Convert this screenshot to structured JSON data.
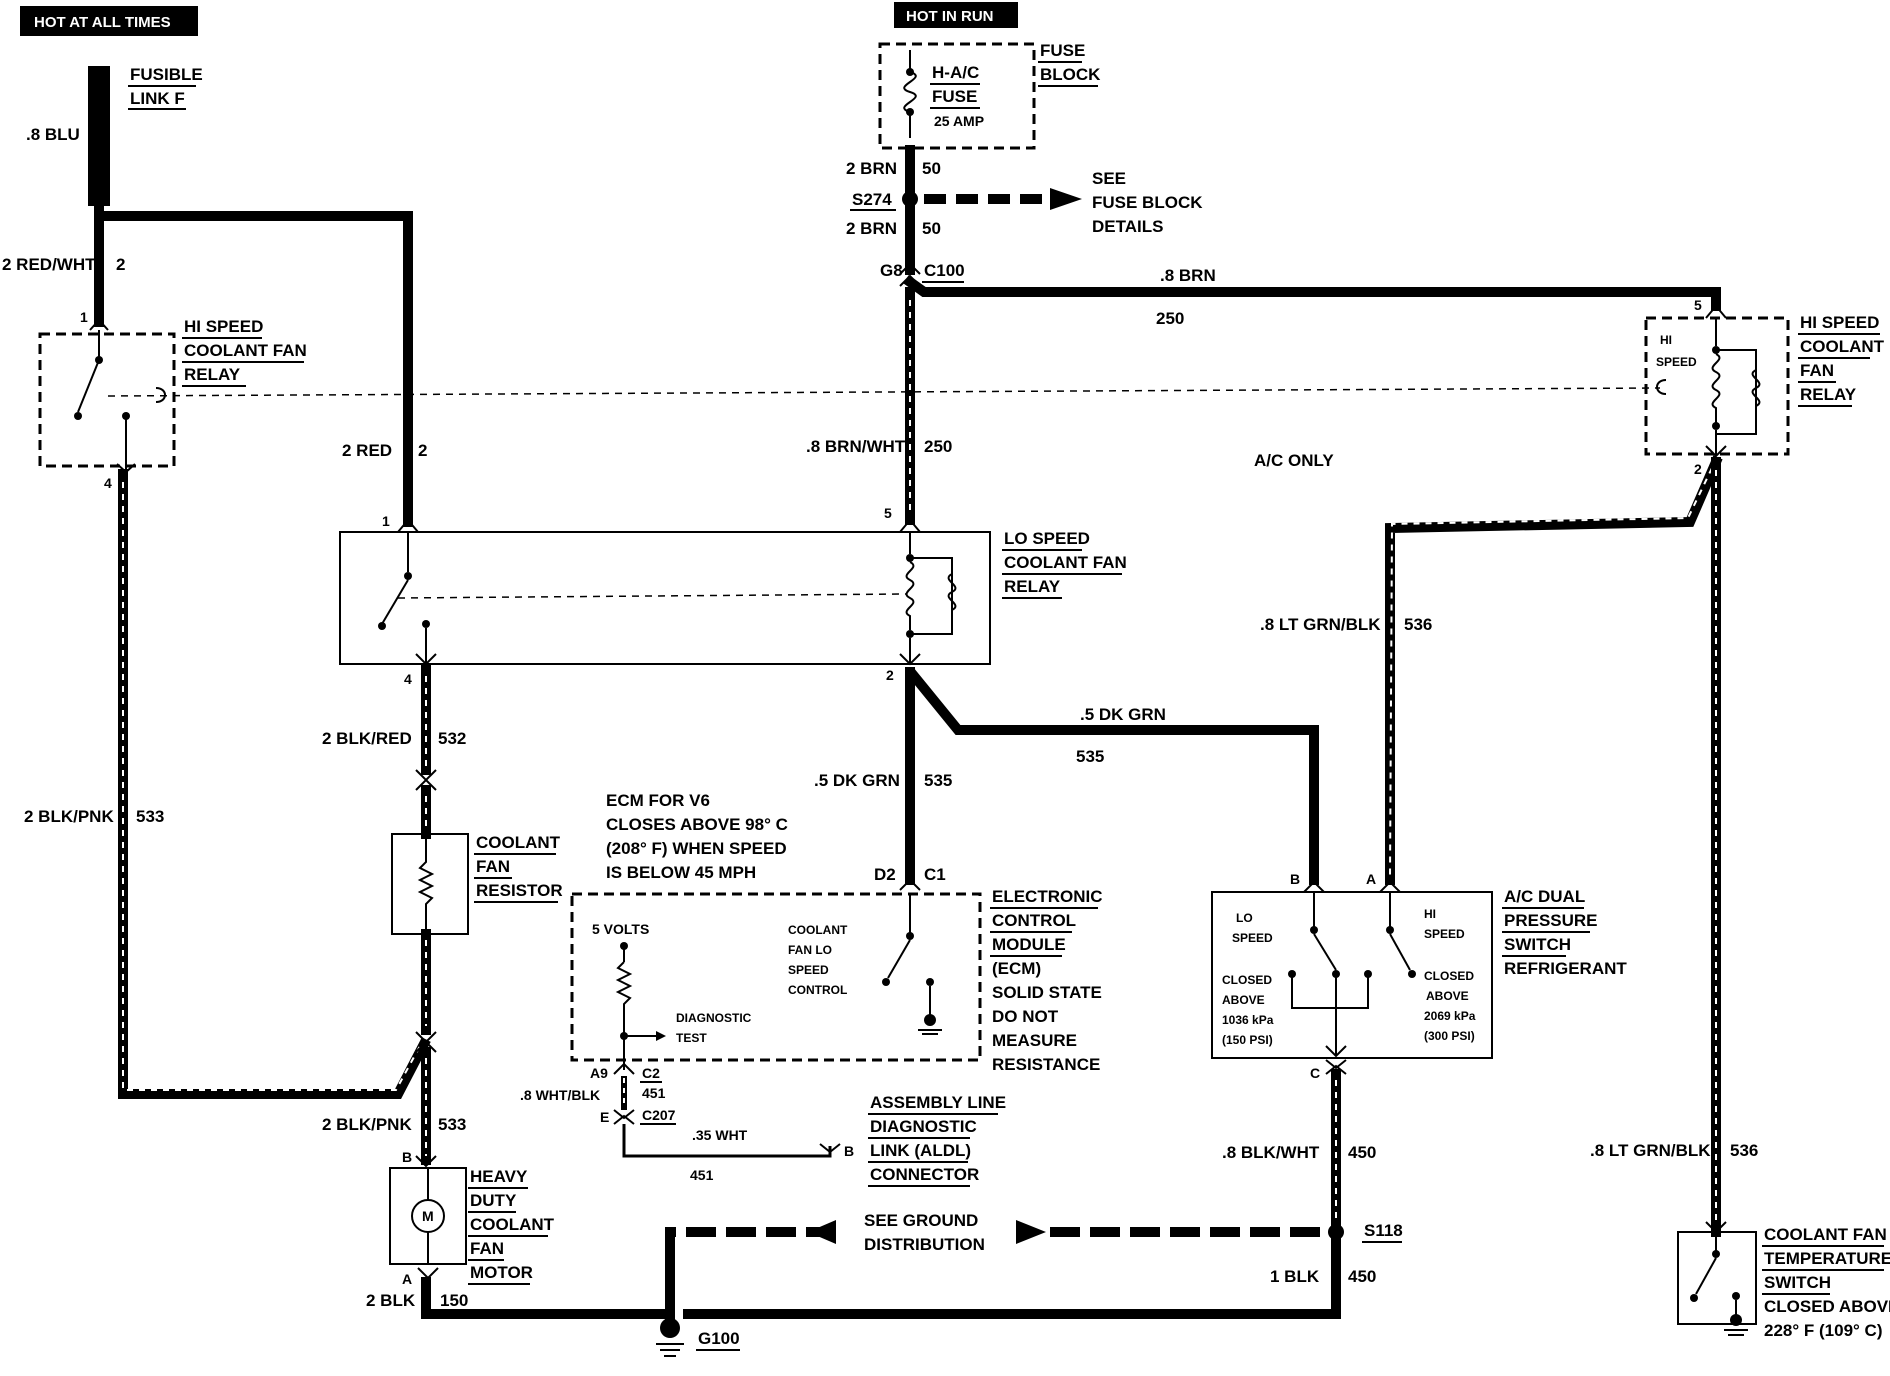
{
  "power": {
    "hot_at_all_times": "HOT AT ALL TIMES",
    "hot_in_run": "HOT IN RUN"
  },
  "fusible_link": {
    "label1": "FUSIBLE",
    "label2": "LINK F",
    "wire": ".8 BLU"
  },
  "fuse_block": {
    "title1": "FUSE",
    "title2": "BLOCK",
    "fuse1": "H-A/C",
    "fuse2": "FUSE",
    "amps": "25 AMP",
    "see1": "SEE",
    "see2": "FUSE BLOCK",
    "see3": "DETAILS"
  },
  "splices": {
    "s274": "S274",
    "s118": "S118",
    "g100": "G100"
  },
  "connectors": {
    "g8": "G8",
    "c100": "C100",
    "d2": "D2",
    "c1": "C1",
    "a9": "A9",
    "c2": "C2",
    "e": "E",
    "c207": "C207",
    "b_aldl": "B",
    "b_ac": "B",
    "a_ac": "A",
    "c_ac": "C",
    "b_motor": "B",
    "a_motor": "A"
  },
  "pins": {
    "hi_left_1": "1",
    "hi_left_4": "4",
    "lo_1": "1",
    "lo_4": "4",
    "lo_5": "5",
    "lo_2": "2",
    "hi_right_5": "5",
    "hi_right_2": "2"
  },
  "wires": {
    "w_2brn_a": "2 BRN",
    "n_50_a": "50",
    "w_2brn_b": "2 BRN",
    "n_50_b": "50",
    "w_8brn": ".8 BRN",
    "n_250_a": "250",
    "w_8brnwht": ".8 BRN/WHT",
    "n_250_b": "250",
    "w_2redwht": "2 RED/WHT",
    "n_2_a": "2",
    "w_2red": "2 RED",
    "n_2_b": "2",
    "w_2blkred": "2 BLK/RED",
    "n_532": "532",
    "w_2blkpnk_a": "2 BLK/PNK",
    "n_533_a": "533",
    "w_2blkpnk_b": "2 BLK/PNK",
    "n_533_b": "533",
    "w_5dkgrn_a": ".5 DK GRN",
    "n_535_a": "535",
    "w_5dkgrn_b": ".5 DK GRN",
    "n_535_b": "535",
    "w_8ltgrnblk_a": ".8 LT GRN/BLK",
    "n_536_a": "536",
    "w_8ltgrnblk_b": ".8 LT GRN/BLK",
    "n_536_b": "536",
    "w_8blkwht": ".8 BLK/WHT",
    "n_450_a": "450",
    "w_1blk": "1 BLK",
    "n_450_b": "450",
    "w_2blk": "2 BLK",
    "n_150": "150",
    "w_8whtblk": ".8 WHT/BLK",
    "n_451_a": "451",
    "w_35wht": ".35 WHT",
    "n_451_b": "451"
  },
  "hi_relay_left": {
    "l1": "HI SPEED",
    "l2": "COOLANT FAN",
    "l3": "RELAY"
  },
  "hi_relay_right": {
    "l1": "HI SPEED",
    "l2": "COOLANT",
    "l3": "FAN",
    "l4": "RELAY",
    "inner1": "HI",
    "inner2": "SPEED"
  },
  "ac_only": "A/C ONLY",
  "lo_relay": {
    "l1": "LO SPEED",
    "l2": "COOLANT FAN",
    "l3": "RELAY"
  },
  "resistor": {
    "l1": "COOLANT",
    "l2": "FAN",
    "l3": "RESISTOR"
  },
  "ecm_note": {
    "l1": "ECM FOR V6",
    "l2": "CLOSES ABOVE 98° C",
    "l3": "(208° F) WHEN SPEED",
    "l4": "IS BELOW 45 MPH"
  },
  "ecm": {
    "volts": "5 VOLTS",
    "diag1": "DIAGNOSTIC",
    "diag2": "TEST",
    "c1": "COOLANT",
    "c2": "FAN LO",
    "c3": "SPEED",
    "c4": "CONTROL",
    "t1": "ELECTRONIC",
    "t2": "CONTROL",
    "t3": "MODULE",
    "t4": "(ECM)",
    "t5": "SOLID STATE",
    "t6": "DO NOT",
    "t7": "MEASURE",
    "t8": "RESISTANCE"
  },
  "ac_switch": {
    "lo1": "LO",
    "lo2": "SPEED",
    "hi1": "HI",
    "hi2": "SPEED",
    "lc1": "CLOSED",
    "lc2": "ABOVE",
    "lc3": "1036 kPa",
    "lc4": "(150 PSI)",
    "hc1": "CLOSED",
    "hc2": "ABOVE",
    "hc3": "2069 kPa",
    "hc4": "(300 PSI)",
    "t1": "A/C DUAL",
    "t2": "PRESSURE",
    "t3": "SWITCH",
    "t4": "REFRIGERANT"
  },
  "aldl": {
    "l1": "ASSEMBLY LINE",
    "l2": "DIAGNOSTIC",
    "l3": "LINK (ALDL)",
    "l4": "CONNECTOR"
  },
  "motor": {
    "m": "M",
    "l1": "HEAVY",
    "l2": "DUTY",
    "l3": "COOLANT",
    "l4": "FAN",
    "l5": "MOTOR"
  },
  "ground": {
    "l1": "SEE GROUND",
    "l2": "DISTRIBUTION"
  },
  "temp_switch": {
    "l1": "COOLANT FAN",
    "l2": "TEMPERATURE",
    "l3": "SWITCH",
    "l4": "CLOSED ABOVE",
    "l5": "228° F (109° C)"
  }
}
